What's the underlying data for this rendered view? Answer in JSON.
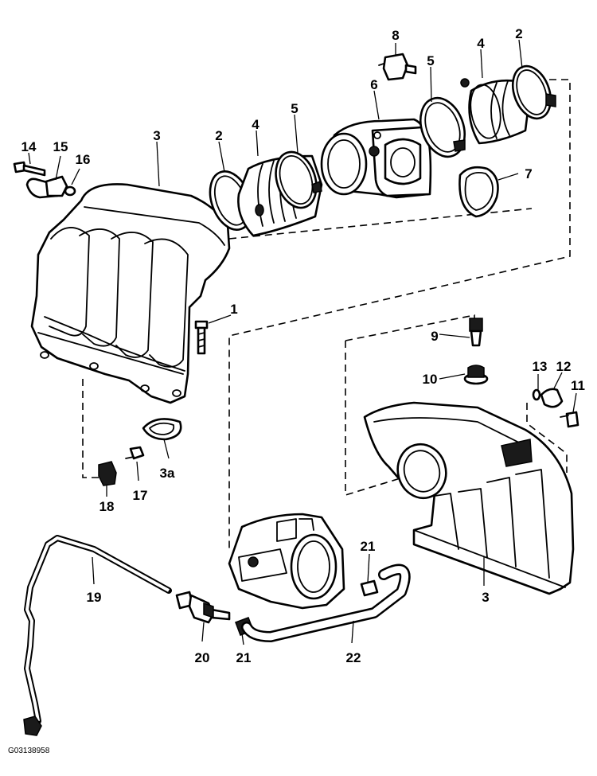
{
  "diagram": {
    "drawing_code": "G03138958",
    "callouts": {
      "c1": "1",
      "c2a": "2",
      "c2b": "2",
      "c3a_num": "3",
      "c3b_num": "3",
      "c3a": "3a",
      "c4a": "4",
      "c4b": "4",
      "c5a": "5",
      "c5b": "5",
      "c6": "6",
      "c7": "7",
      "c8": "8",
      "c9": "9",
      "c10": "10",
      "c11": "11",
      "c12": "12",
      "c13": "13",
      "c14": "14",
      "c15": "15",
      "c16": "16",
      "c17": "17",
      "c18": "18",
      "c19": "19",
      "c20": "20",
      "c21a": "21",
      "c21b": "21",
      "c22": "22"
    }
  }
}
